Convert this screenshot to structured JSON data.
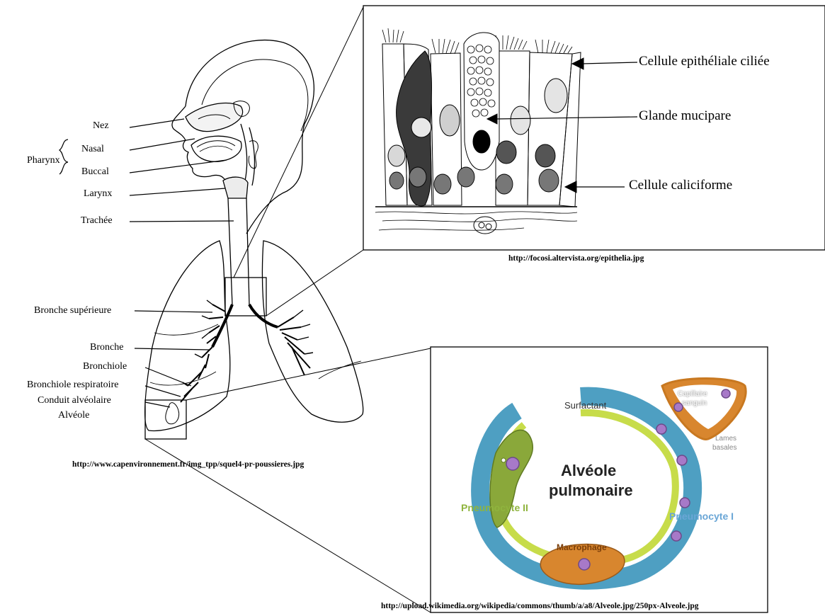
{
  "anatomy_labels": {
    "nez": "Nez",
    "pharynx": "Pharynx",
    "nasal": "Nasal",
    "buccal": "Buccal",
    "larynx": "Larynx",
    "trachee": "Trachée",
    "bronche_superieure": "Bronche supérieure",
    "bronche": "Bronche",
    "bronchiole": "Bronchiole",
    "bronchiole_respiratoire": "Bronchiole respiratoire",
    "conduit_alveolaire": "Conduit alvéolaire",
    "alveole": "Alvéole"
  },
  "epithelium_labels": {
    "cellule_ciliee": "Cellule epithéliale ciliée",
    "glande_mucipare": "Glande mucipare",
    "cellule_caliciforme": "Cellule caliciforme"
  },
  "alveole_labels": {
    "title_line1": "Alvéole",
    "title_line2": "pulmonaire",
    "surfactant": "Surfactant",
    "capillaire_line1": "Capillaire",
    "capillaire_line2": "sanguin",
    "lames_line1": "Lames",
    "lames_line2": "basales",
    "pneumocyte_ii": "Pneumocyte II",
    "pneumocyte_i": "Pneumocyte I",
    "macrophage": "Macrophage"
  },
  "sources": {
    "epithelia": "http://focosi.altervista.org/epithelia.jpg",
    "skeleton": "http://www.capenvironnement.fr/img_tpp/squel4-pr-poussieres.jpg",
    "alveole": "http://upload.wikimedia.org/wikipedia/commons/thumb/a/a8/Alveole.jpg/250px-Alveole.jpg"
  },
  "colors": {
    "alveole_wall": "#4e9fc2",
    "surfactant": "#c7dc4a",
    "pneumocyte_ii": "#8aa83a",
    "macrophage": "#d8862e",
    "nucleus": "#a779c8",
    "pneumocyte_i_text": "#6aa6d6",
    "pneumocyte_ii_text": "#8fb43e"
  }
}
